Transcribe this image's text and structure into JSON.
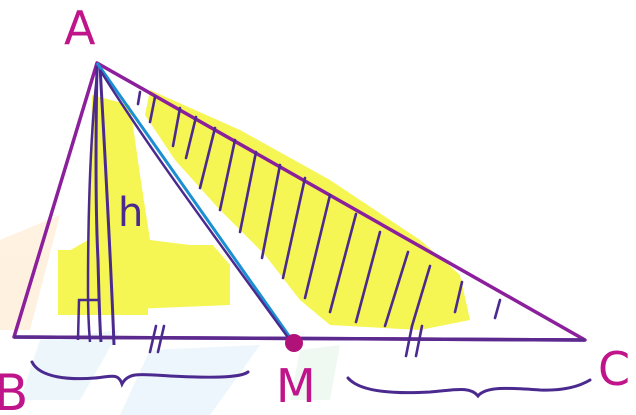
{
  "diagram": {
    "labels": {
      "A": "A",
      "B": "B",
      "C": "C",
      "M": "M",
      "h": "h"
    },
    "colors": {
      "background": "#ffffff",
      "triangle": "#8b1f9c",
      "stroke": "#4b2a8f",
      "median": "#1a8fd1",
      "highlight": "#f2f21a",
      "point_M": "#b0127a",
      "label": "#c0148a",
      "watermark": "#ffd9a6"
    }
  }
}
